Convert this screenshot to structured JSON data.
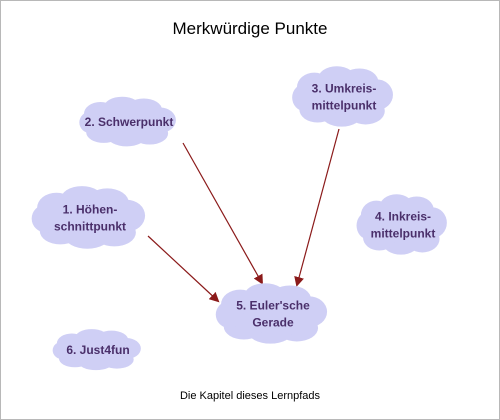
{
  "title": "Merkwürdige Punkte",
  "caption": "Die Kapitel dieses Lernpfads",
  "colors": {
    "cloud_fill": "#cfcff5",
    "label_text": "#4a2f6a",
    "arrow": "#8b1a1a"
  },
  "nodes": [
    {
      "id": "schwerpunkt",
      "lines": [
        "2. Schwerpunkt"
      ]
    },
    {
      "id": "umkreis",
      "lines": [
        "3. Umkreis-",
        "mittelpunkt"
      ]
    },
    {
      "id": "hoehen",
      "lines": [
        "1. Höhen-",
        "schnittpunkt"
      ]
    },
    {
      "id": "inkreis",
      "lines": [
        "4. Inkreis-",
        "mittelpunkt"
      ]
    },
    {
      "id": "euler",
      "lines": [
        "5. Euler'sche",
        "Gerade"
      ]
    },
    {
      "id": "just4fun",
      "lines": [
        "6. Just4fun"
      ]
    }
  ],
  "edges": [
    {
      "from": "schwerpunkt",
      "to": "euler"
    },
    {
      "from": "umkreis",
      "to": "euler"
    },
    {
      "from": "hoehen",
      "to": "euler"
    }
  ]
}
